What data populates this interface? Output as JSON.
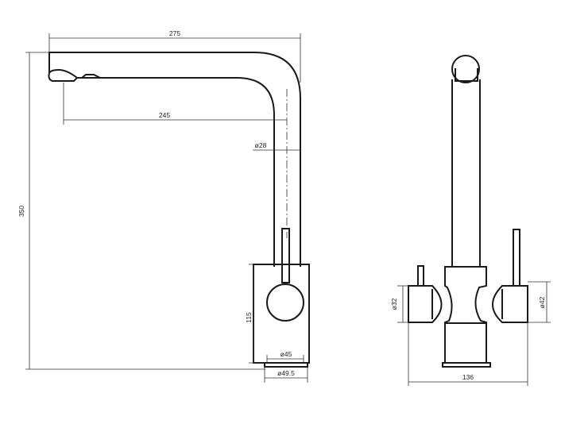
{
  "dimensions": {
    "spout_reach_total": "275",
    "spout_reach_center": "245",
    "spout_diameter": "ø28",
    "overall_height": "350",
    "body_height": "115",
    "lever_diameter": "ø45",
    "base_diameter": "ø49.5",
    "left_handle_diameter": "ø32",
    "right_handle_diameter": "ø42",
    "overall_width": "136"
  },
  "colors": {
    "line": "#1a1a1a",
    "background": "#ffffff"
  }
}
